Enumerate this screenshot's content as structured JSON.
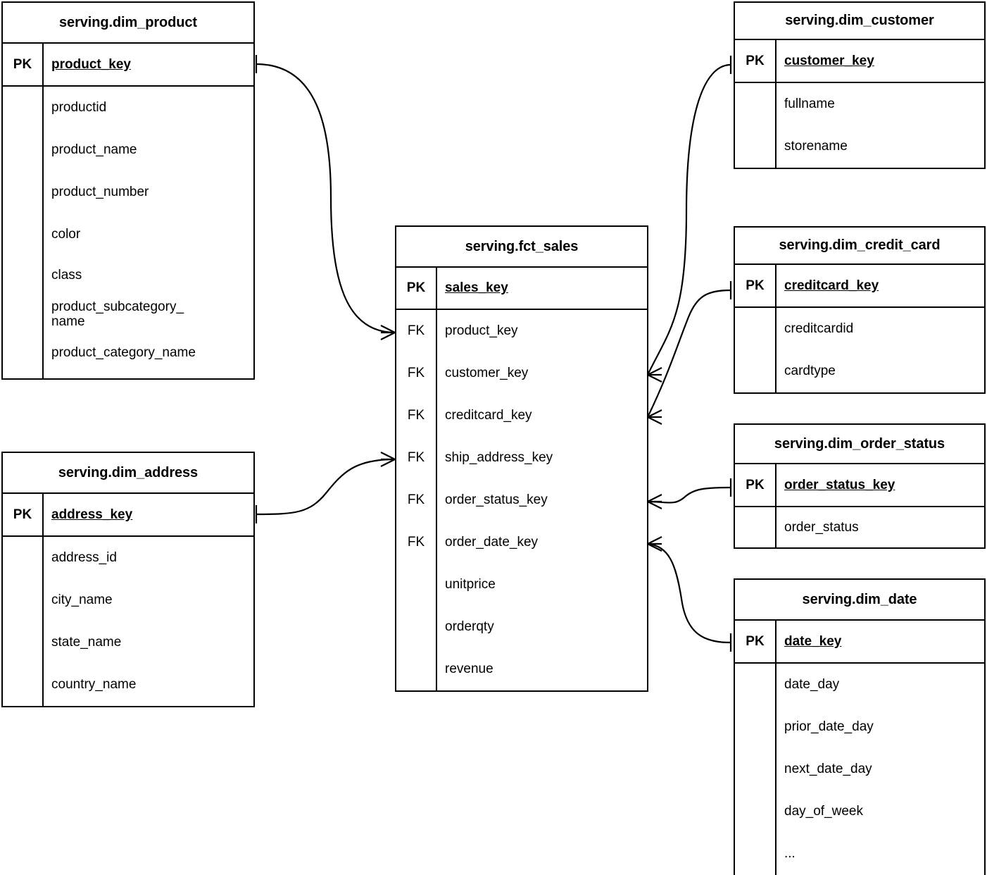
{
  "diagram": {
    "type": "entity-relationship-diagram",
    "notation": "crow's-foot",
    "background_color": "#ffffff",
    "line_color": "#000000"
  },
  "entities": {
    "dim_product": {
      "title": "serving.dim_product",
      "pk_label": "PK",
      "pk_field": "product_key",
      "fields": [
        "productid",
        "product_name",
        "product_number",
        "color",
        "class",
        "product_subcategory_\nname",
        "product_category_name"
      ]
    },
    "dim_address": {
      "title": "serving.dim_address",
      "pk_label": "PK",
      "pk_field": "address_key",
      "fields": [
        "address_id",
        "city_name",
        "state_name",
        "country_name"
      ]
    },
    "fct_sales": {
      "title": "serving.fct_sales",
      "pk_label": "PK",
      "pk_field": "sales_key",
      "fk_label": "FK",
      "fk_fields": [
        "product_key",
        "customer_key",
        "creditcard_key",
        "ship_address_key",
        "order_status_key",
        "order_date_key"
      ],
      "measures": [
        "unitprice",
        "orderqty",
        "revenue"
      ]
    },
    "dim_customer": {
      "title": "serving.dim_customer",
      "pk_label": "PK",
      "pk_field": "customer_key",
      "fields": [
        "fullname",
        "storename"
      ]
    },
    "dim_credit_card": {
      "title": "serving.dim_credit_card",
      "pk_label": "PK",
      "pk_field": "creditcard_key",
      "fields": [
        "creditcardid",
        "cardtype"
      ]
    },
    "dim_order_status": {
      "title": "serving.dim_order_status",
      "pk_label": "PK",
      "pk_field": "order_status_key",
      "fields": [
        "order_status"
      ]
    },
    "dim_date": {
      "title": "serving.dim_date",
      "pk_label": "PK",
      "pk_field": "date_key",
      "fields": [
        "date_day",
        "prior_date_day",
        "next_date_day",
        "day_of_week",
        "..."
      ]
    }
  },
  "relationships": [
    {
      "from": "dim_product",
      "from_field": "product_key",
      "to": "fct_sales",
      "to_field": "product_key",
      "cardinality": "one-to-many"
    },
    {
      "from": "dim_address",
      "from_field": "address_key",
      "to": "fct_sales",
      "to_field": "ship_address_key",
      "cardinality": "one-to-many"
    },
    {
      "from": "dim_customer",
      "from_field": "customer_key",
      "to": "fct_sales",
      "to_field": "customer_key",
      "cardinality": "one-to-many"
    },
    {
      "from": "dim_credit_card",
      "from_field": "creditcard_key",
      "to": "fct_sales",
      "to_field": "creditcard_key",
      "cardinality": "one-to-many"
    },
    {
      "from": "dim_order_status",
      "from_field": "order_status_key",
      "to": "fct_sales",
      "to_field": "order_status_key",
      "cardinality": "one-to-many"
    },
    {
      "from": "dim_date",
      "from_field": "date_key",
      "to": "fct_sales",
      "to_field": "order_date_key",
      "cardinality": "one-to-many"
    }
  ]
}
